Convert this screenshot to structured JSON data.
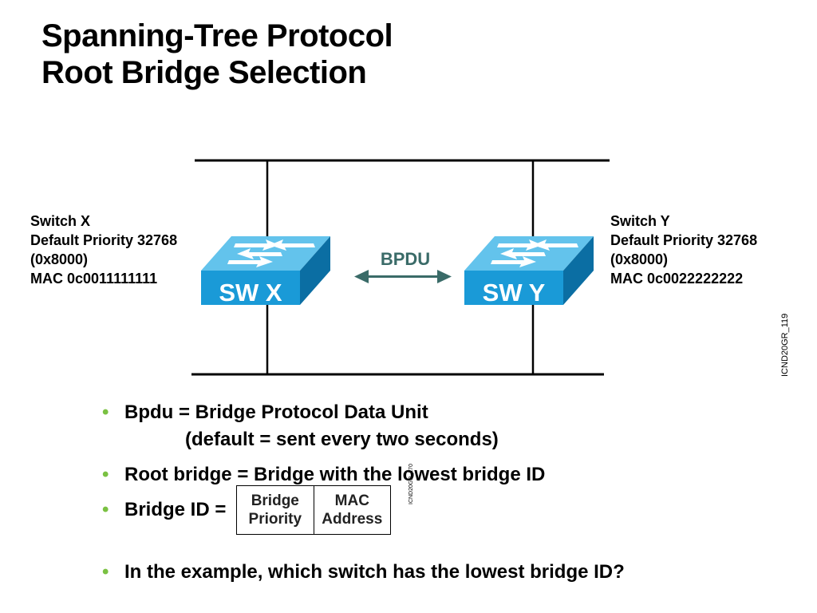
{
  "title": {
    "line1": "Spanning-Tree Protocol",
    "line2": "Root Bridge Selection"
  },
  "diagram": {
    "bpdu_label": "BPDU",
    "figure_code": "ICND20GR_119",
    "switch_x": {
      "icon_label": "SW X",
      "name": "Switch X",
      "priority": "Default Priority 32768",
      "priority_hex": "(0x8000)",
      "mac": "MAC 0c0011111111"
    },
    "switch_y": {
      "icon_label": "SW Y",
      "name": "Switch Y",
      "priority": "Default Priority 32768",
      "priority_hex": "(0x8000)",
      "mac": "MAC 0c0022222222"
    },
    "colors": {
      "switch_face": "#1a9ad7",
      "switch_top": "#63c3ec",
      "switch_side": "#0b6ea3",
      "bpdu": "#3a6b68"
    }
  },
  "bullets": {
    "bullet_color": "#7ac142",
    "b1_line1": "Bpdu = Bridge Protocol Data Unit",
    "b1_line2": "(default = sent every two seconds)",
    "b2": "Root bridge = Bridge with the lowest bridge ID",
    "b3": "Bridge ID =",
    "bridge_id_table": {
      "cell1_line1": "Bridge",
      "cell1_line2": "Priority",
      "cell2_line1": "MAC",
      "cell2_line2": "Address",
      "code": "ICND20GR_270"
    },
    "b4": "In the example, which switch has the lowest bridge ID?"
  }
}
